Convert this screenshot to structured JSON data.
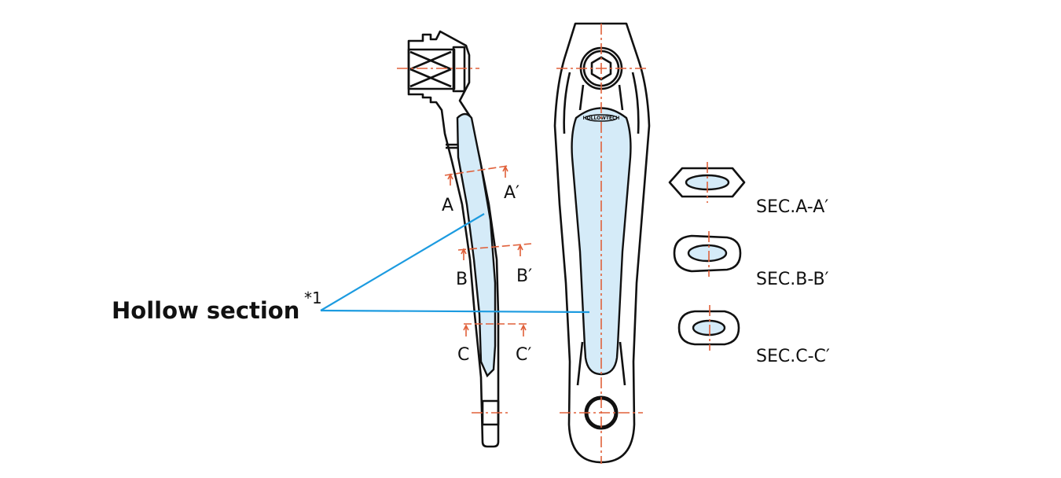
{
  "callout": {
    "label": "Hollow section",
    "footnote": "*1"
  },
  "logo_text": "HOLLOWTECH",
  "section_marks": [
    {
      "start": "A",
      "end": "A′"
    },
    {
      "start": "B",
      "end": "B′"
    },
    {
      "start": "C",
      "end": "C′"
    }
  ],
  "sections": [
    {
      "label": "SEC.A-A′"
    },
    {
      "label": "SEC.B-B′"
    },
    {
      "label": "SEC.C-C′"
    }
  ],
  "colors": {
    "hollow_fill": "#d5ebf8",
    "centerline": "#e0603a",
    "leader": "#1c9be0"
  }
}
